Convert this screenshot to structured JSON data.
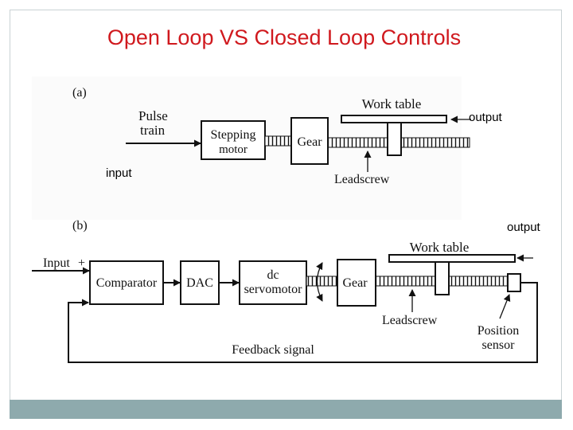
{
  "slide": {
    "title": "Open Loop VS Closed Loop Controls",
    "overlay_labels": {
      "output_a": "output",
      "input_a": "input",
      "output_b": "output"
    }
  },
  "diagram_a": {
    "tag": "(a)",
    "pulse_train_line1": "Pulse",
    "pulse_train_line2": "train",
    "stepping_motor_line1": "Stepping",
    "stepping_motor_line2": "motor",
    "gear": "Gear",
    "work_table": "Work table",
    "leadscrew": "Leadscrew"
  },
  "diagram_b": {
    "tag": "(b)",
    "input": "Input",
    "plus": "+",
    "minus": "−",
    "comparator": "Comparator",
    "dac": "DAC",
    "servo_line1": "dc",
    "servo_line2": "servomotor",
    "gear": "Gear",
    "work_table": "Work table",
    "leadscrew": "Leadscrew",
    "position_sensor_line1": "Position",
    "position_sensor_line2": "sensor",
    "feedback_signal": "Feedback signal"
  },
  "colors": {
    "title": "#d0191e",
    "footer_bar": "#8eaaad",
    "slide_border": "#c9d2d4"
  }
}
